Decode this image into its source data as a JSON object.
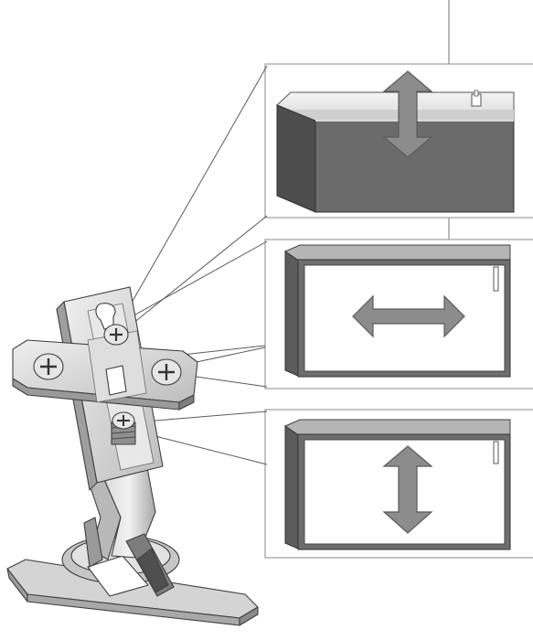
{
  "diagram": {
    "description_free": true,
    "panels": [
      {
        "name": "panel-height-adjustment",
        "arrow": "double-arrow-vertical-icon",
        "view": "cabinet-top-view"
      },
      {
        "name": "panel-side-adjustment",
        "arrow": "double-arrow-horizontal-icon",
        "view": "cabinet-front-view"
      },
      {
        "name": "panel-depth-adjustment",
        "arrow": "double-arrow-vertical-icon",
        "view": "cabinet-front-view"
      }
    ],
    "screws": [
      "top-screw-icon",
      "left-screw-icon",
      "right-screw-icon",
      "depth-screw-icon"
    ],
    "colors": {
      "background": "#ffffff",
      "panel_border": "#9a9a9a",
      "cabinet_dark": "#6b6b6b",
      "cabinet_shade": "#4a4a4a",
      "arrow_fill": "#8c8c8c",
      "hinge_light": "#e6e6e6",
      "hinge_mid": "#c8c8c8",
      "hinge_dark": "#8e8e8e",
      "line": "#555555"
    }
  }
}
